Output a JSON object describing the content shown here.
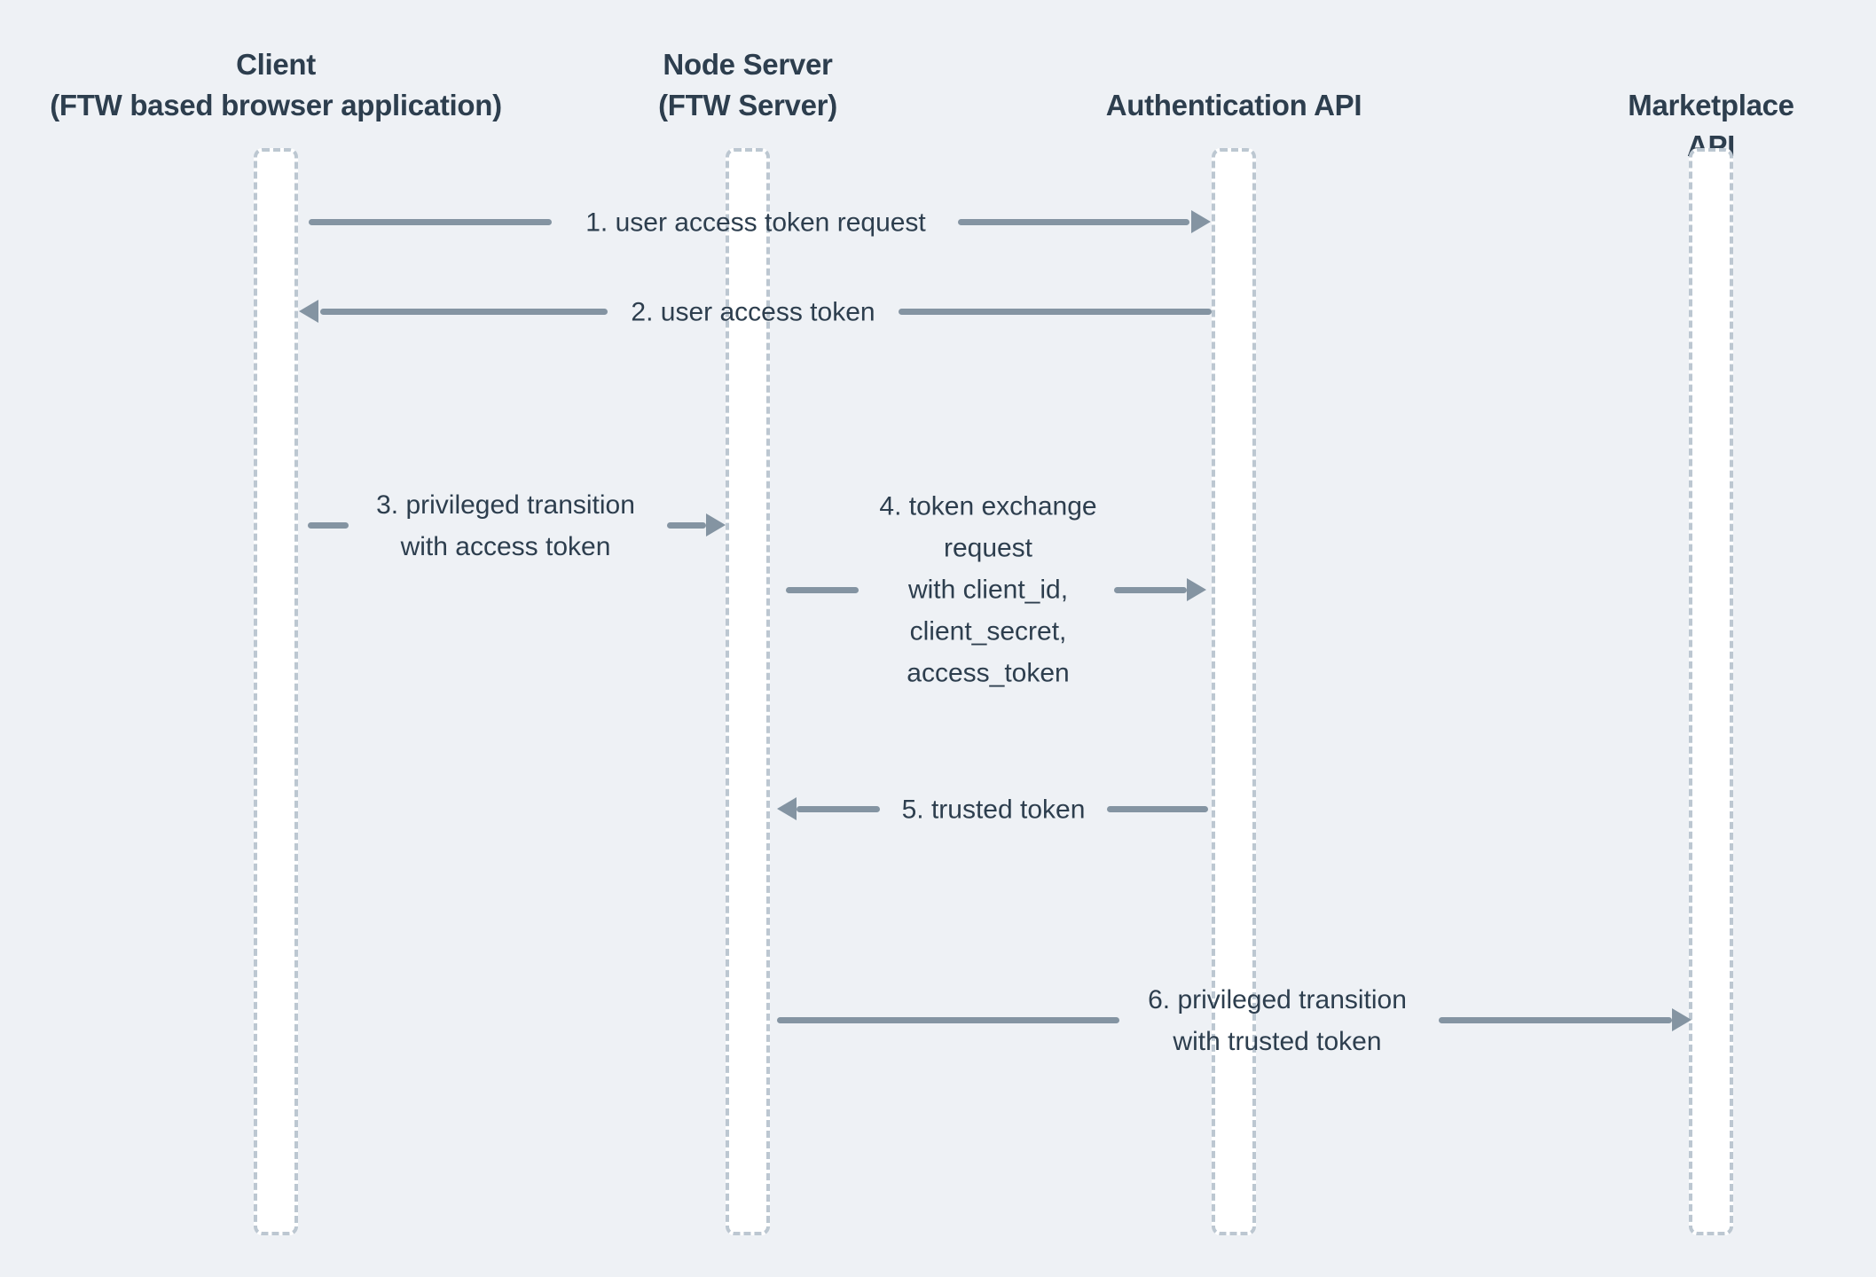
{
  "diagram": {
    "type": "sequence-diagram",
    "colors": {
      "background": "#eef1f5",
      "text": "#2d3e4e",
      "arrow": "#8494a2",
      "lifeline_fill": "#ffffff",
      "lifeline_border": "#bcc7d1"
    },
    "actors": [
      {
        "id": "client",
        "label": "Client\n(FTW based browser application)"
      },
      {
        "id": "node-server",
        "label": "Node Server\n(FTW Server)"
      },
      {
        "id": "auth-api",
        "label": "Authentication API"
      },
      {
        "id": "marketplace-api",
        "label": "Marketplace API"
      }
    ],
    "messages": [
      {
        "num": 1,
        "from": "client",
        "to": "auth-api",
        "direction": "right",
        "label": "1. user access token request"
      },
      {
        "num": 2,
        "from": "auth-api",
        "to": "client",
        "direction": "left",
        "label": "2. user access token"
      },
      {
        "num": 3,
        "from": "client",
        "to": "node-server",
        "direction": "right",
        "label": "3. privileged transition\nwith access token"
      },
      {
        "num": 4,
        "from": "node-server",
        "to": "auth-api",
        "direction": "right",
        "label": "4. token exchange\nrequest\nwith client_id,\nclient_secret,\naccess_token"
      },
      {
        "num": 5,
        "from": "auth-api",
        "to": "node-server",
        "direction": "left",
        "label": "5. trusted token"
      },
      {
        "num": 6,
        "from": "node-server",
        "to": "marketplace-api",
        "direction": "right",
        "label": "6. privileged transition\nwith trusted token"
      }
    ]
  }
}
